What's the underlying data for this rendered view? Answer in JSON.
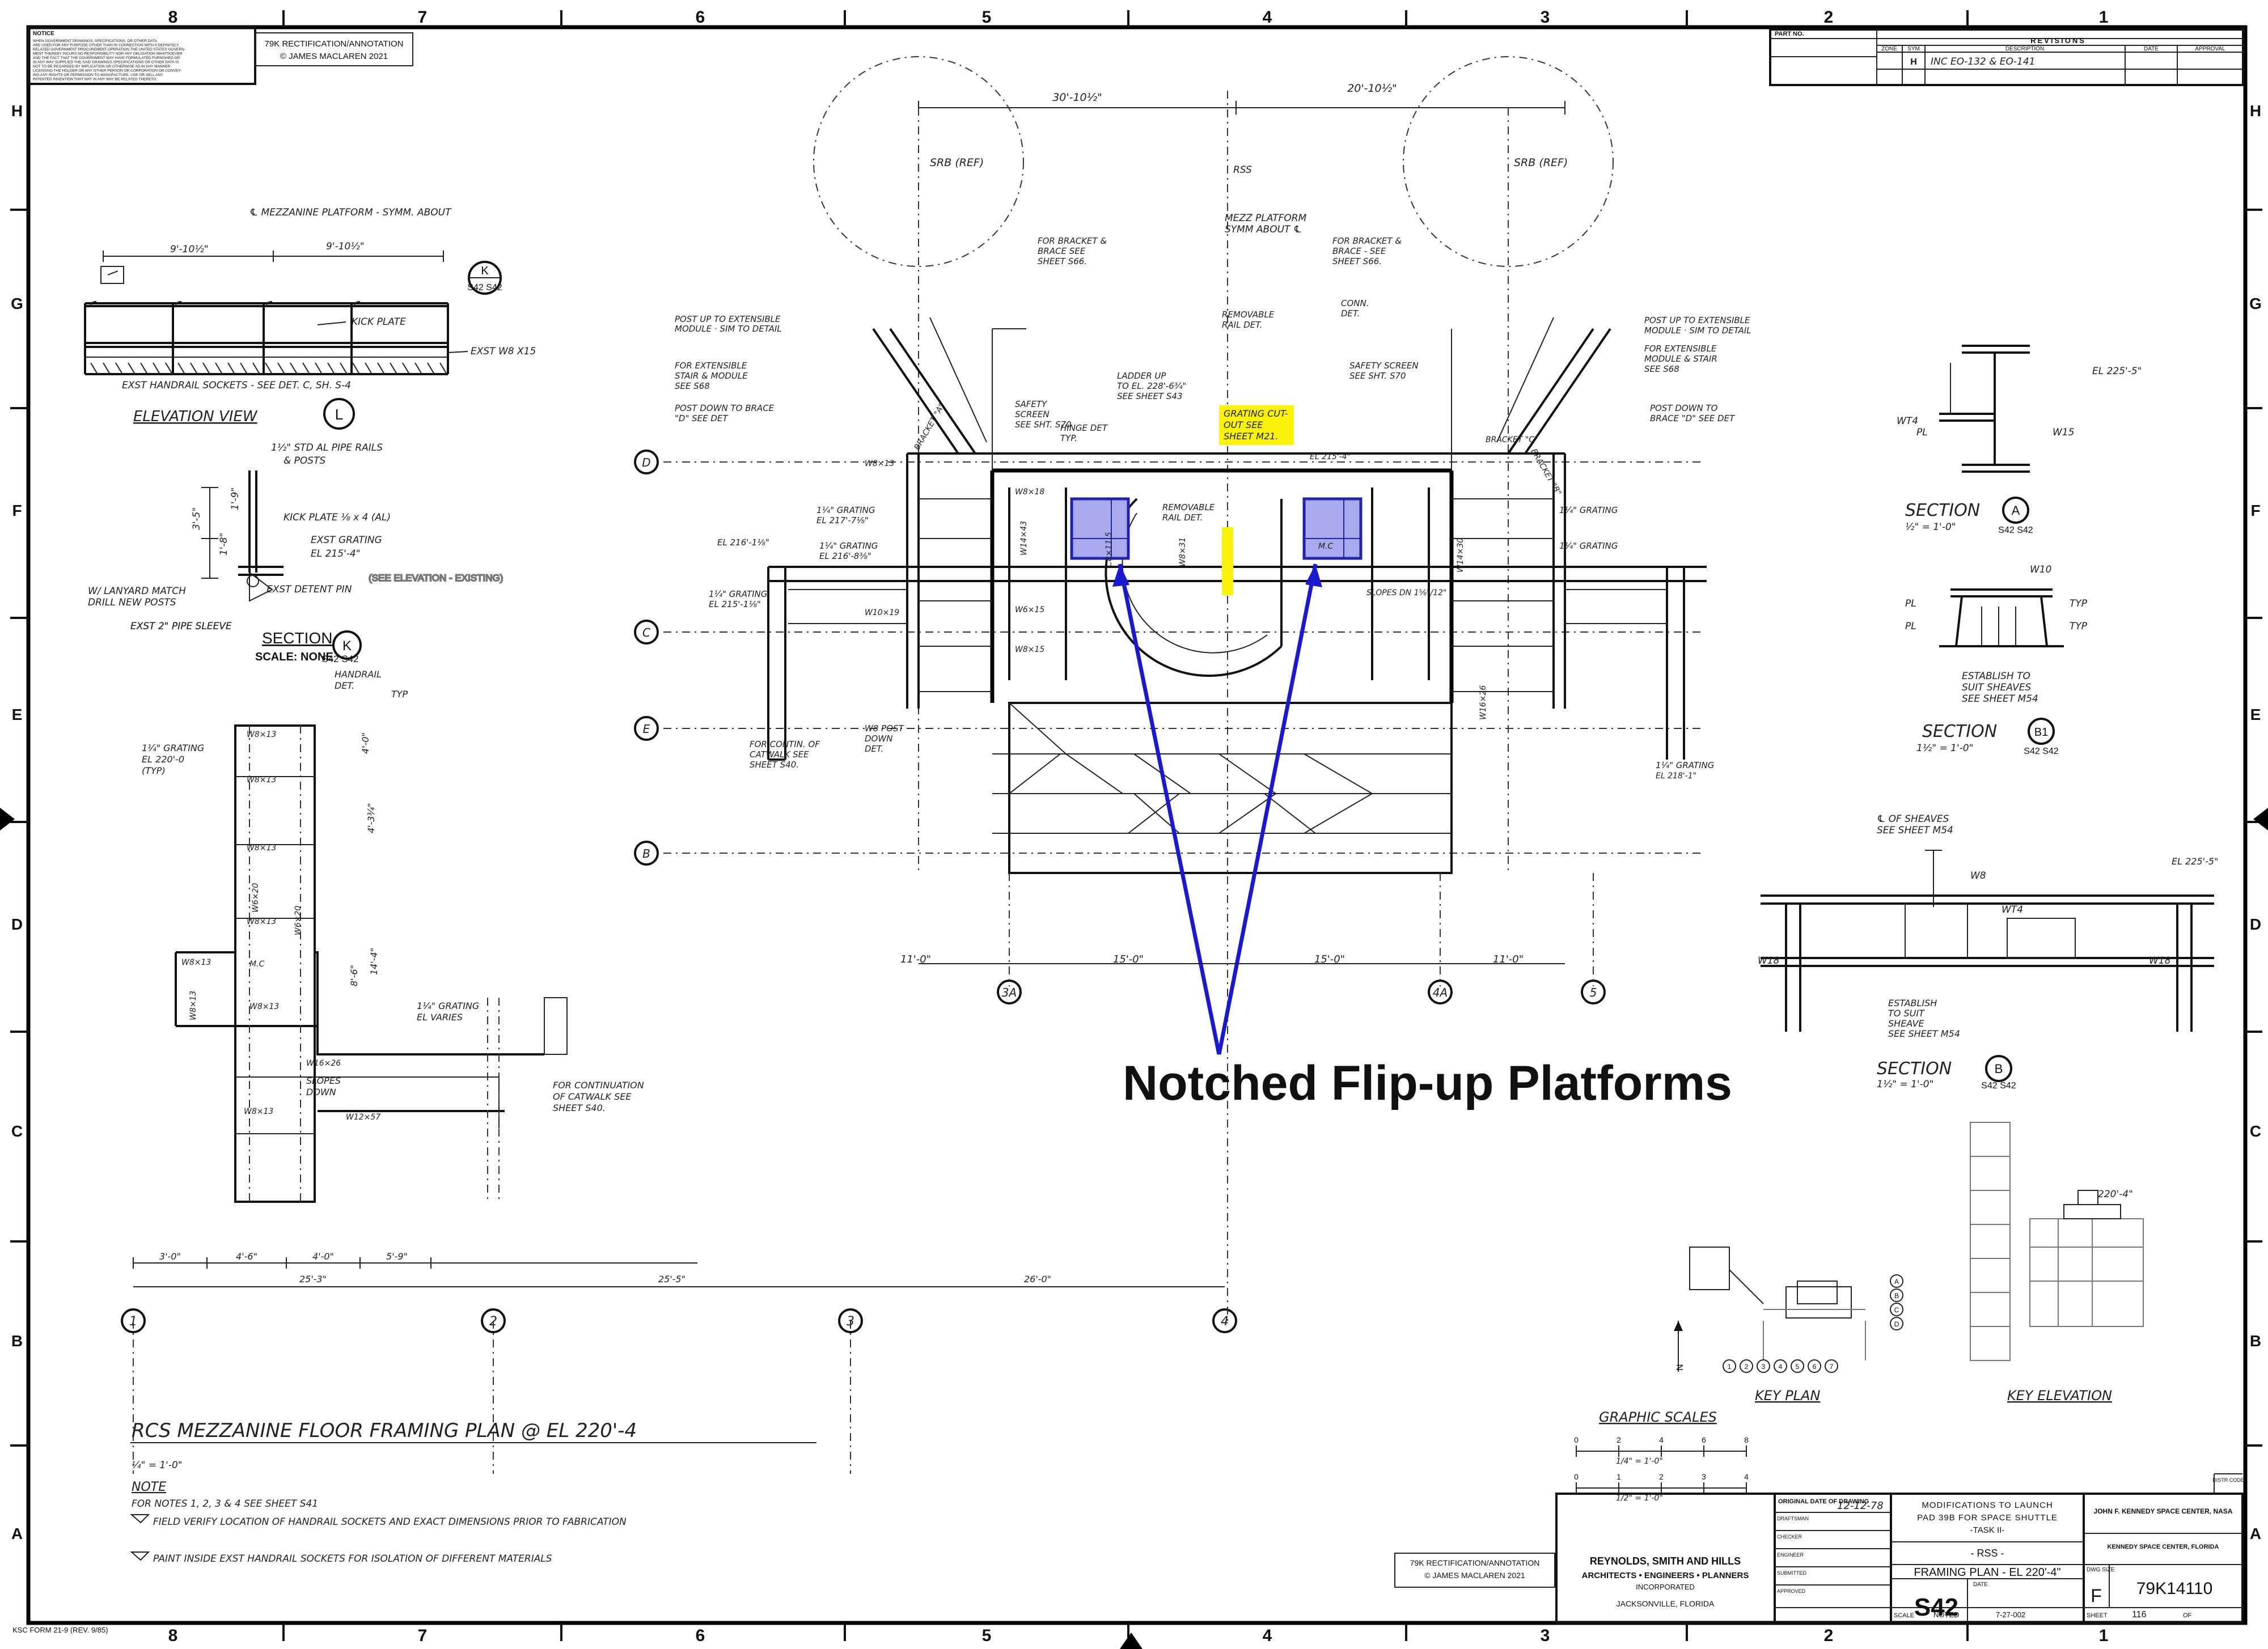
{
  "border": {
    "columns": [
      "8",
      "7",
      "6",
      "5",
      "4",
      "3",
      "2",
      "1"
    ],
    "rows": [
      "H",
      "G",
      "F",
      "E",
      "D",
      "C",
      "B",
      "A"
    ]
  },
  "notice": {
    "title": "NOTICE",
    "lines": [
      "WHEN GOVERNMENT DRAWINGS, SPECIFICATIONS, OR OTHER DATA",
      "ARE USED FOR ANY PURPOSE OTHER THAN IN CONNECTION WITH A DEFINITELY",
      "RELATED GOVERNMENT PROCUREMENT OPERATION THE UNITED STATES GOVERN-",
      "MENT THEREBY INCURS NO RESPONSIBILITY NOR ANY OBLIGATION WHATSOEVER",
      "AND THE FACT THAT THE GOVERNMENT MAY HAVE FORMULATED FURNISHED OR",
      "IN ANY WAY SUPPLIED THE SAID DRAWINGS SPECIFICATIONS OR OTHER DATA IS",
      "NOT TO BE REGARDED BY IMPLICATION OR OTHERWISE AS IN ANY MANNER",
      "LICENSING THE HOLDER OR ANY OTHER PERSON OR CORPORATION OR CONVEY-",
      "ING ANY RIGHTS OR PERMISSION TO MANUFACTURE, USE OR SELL ANY",
      "PATENTED INVENTION THAT MAY IN ANY WAY BE RELATED THERETO."
    ]
  },
  "rectification_top": [
    "79K RECTIFICATION/ANNOTATION",
    "© JAMES MACLAREN 2021"
  ],
  "rectification_bottom": [
    "79K RECTIFICATION/ANNOTATION",
    "© JAMES MACLAREN 2021"
  ],
  "revisions": {
    "part_no_label": "PART NO.",
    "heading": "REVISIONS",
    "cols": [
      "ZONE",
      "SYM",
      "DESCRIPTION",
      "DATE",
      "APPROVAL"
    ],
    "rows": [
      {
        "sym": "H",
        "desc": "INC EO-132 & EO-141"
      }
    ]
  },
  "annotation": {
    "label": "Notched Flip-up Platforms",
    "highlight": [
      "GRATING CUT-",
      "OUT SEE",
      "SHEET M21."
    ]
  },
  "plan": {
    "dims_top": [
      "30'-10½\"",
      "20'-10½\""
    ],
    "srb_left": "SRB (REF)",
    "srb_right": "SRB (REF)",
    "rss": "RSS",
    "mezz_note": [
      "MEZZ PLATFORM",
      "SYMM ABOUT ℄"
    ],
    "notes_left": [
      "POST UP TO EXTENSIBLE",
      "MODULE · SIM TO DETAIL",
      "FOR EXTENSIBLE",
      "STAIR & MODULE",
      "SEE S68",
      "POST DOWN TO BRACE",
      "\"D\" SEE DET"
    ],
    "notes_mid": [
      "FOR BRACKET &",
      "BRACE SEE",
      "SHEET S66.",
      "SAFETY",
      "SCREEN",
      "SEE SHT. S70",
      "LADDER UP",
      "TO EL. 228'-6¾\"",
      "SEE SHEET S43",
      "HINGE DET",
      "TYP.",
      "REMOVABLE",
      "RAIL DET."
    ],
    "notes_right": [
      "FOR BRACKET &",
      "BRACE - SEE",
      "SHEET S66.",
      "CONN.",
      "DET.",
      "REMOVABLE",
      "RAIL DET.",
      "SAFETY SCREEN",
      "SEE SHT. S70",
      "POST UP TO EXTENSIBLE",
      "MODULE · SIM TO DETAIL",
      "FOR EXTENSIBLE",
      "MODULE & STAIR",
      "SEE S68",
      "POST DOWN TO",
      "BRACE \"D\" SEE DET"
    ],
    "gratings": [
      "1¼\" GRATING",
      "EL 217'-7⅛\"",
      "1¼\" GRATING",
      "EL 216'-8⅜\"",
      "EL 216'-1⅛\"",
      "1¼\" GRATING",
      "EL 215'-1⅛\""
    ],
    "members": [
      "W8×18",
      "W8×13",
      "W10×19",
      "W6×15",
      "W8×15",
      "W14×43",
      "W14×30",
      "W8×31",
      "C8×11.5",
      "W16×26",
      "M.C",
      "BRACKET \"A\"",
      "BRACKET \"B\"",
      "BRACKET \"C\"",
      "SLOPES DN 1⅝\"/12\""
    ],
    "grid_bubbles": [
      "D",
      "C",
      "E",
      "B",
      "3A",
      "4A",
      "5"
    ],
    "grid_dims": [
      "11'-0\"",
      "15'-0\"",
      "15'-0\"",
      "11'-0\""
    ],
    "catwalk_note": [
      "FOR CONTIN. OF",
      "CATWALK SEE",
      "SHEET S40."
    ],
    "wb_post": [
      "W8 POST",
      "DOWN",
      "DET."
    ],
    "el_notes": [
      "EL 215'-4\"",
      "EL 218'-1\""
    ]
  },
  "elevation": {
    "header": "℄ MEZZANINE PLATFORM - SYMM. ABOUT",
    "dims": [
      "9'-10½\"",
      "9'-10½\""
    ],
    "labels": [
      "KICK PLATE",
      "EXST W8 X15",
      "EXST HANDRAIL SOCKETS - SEE DET. C, SH. S-4"
    ],
    "view_title": "ELEVATION VIEW",
    "view_ref": "L"
  },
  "section_k": {
    "notes": [
      "1½\" STD AL PIPE RAILS",
      "& POSTS",
      "KICK PLATE ⅛ x 4 (AL)",
      "EXST GRATING",
      "EL 215'-4\"",
      "EXST DETENT PIN",
      "W/ LANYARD MATCH",
      "DRILL NEW POSTS",
      "EXST 2\" PIPE SLEEVE"
    ],
    "dims": [
      "3'-5\"",
      "1'-8\"",
      "1'-9\""
    ],
    "title": "SECTION",
    "scale": "SCALE: NONE",
    "ref": "K",
    "sheets": "S42 S42"
  },
  "catwalk": {
    "notes": [
      "1¼\" GRATING",
      "EL 220'-0",
      "(TYP)",
      "HANDRAIL",
      "DET.",
      "TYP",
      "FOR CONTINUATION",
      "OF CATWALK SEE",
      "SHEET S40.",
      "SLOPES",
      "DOWN",
      "1¼\" GRATING",
      "EL VARIES"
    ],
    "members": [
      "W8×13",
      "W8×13",
      "W8×13",
      "W8×13",
      "W6×20",
      "W6×20",
      "W8×13",
      "M.C",
      "W8×13",
      "W8×13",
      "W16×26",
      "W12×57",
      "W8×13"
    ],
    "dims_bottom": [
      "3'-0\"",
      "4'-6\"",
      "4'-0\"",
      "5'-9\""
    ],
    "grid_dims": [
      "25'-3\"",
      "25'-5\"",
      "26'-0\""
    ],
    "grid": [
      "1",
      "2",
      "3",
      "4"
    ],
    "side_dims": [
      "4'-0\"",
      "4'-3¾\"",
      "8'-6\"",
      "14'-4\""
    ]
  },
  "right_sections": {
    "a": {
      "title": "SECTION",
      "ref": "A",
      "scale": "½\" = 1'-0\"",
      "sheets": "S42 S42",
      "labels": [
        "EL 225'-5\"",
        "WT4",
        "PL",
        "W15"
      ]
    },
    "b": {
      "title": "SECTION",
      "ref": "B1",
      "scale": "1½\" = 1'-0\"",
      "sheets": "S42 S42",
      "labels": [
        "W10",
        "PL",
        "PL",
        "TYP",
        "TYP",
        "ESTABLISH TO",
        "SUIT SHEAVES",
        "SEE SHEET M54"
      ]
    },
    "c": {
      "title": "SECTION",
      "ref": "B",
      "scale": "1½\" = 1'-0\"",
      "sheets": "S42 S42",
      "labels": [
        "℄ OF SHEAVES",
        "SEE SHEET M54",
        "W8",
        "WT4",
        "W18",
        "W18",
        "ESTABLISH",
        "TO SUIT",
        "SHEAVE",
        "SEE SHEET M54",
        "EL 225'-5\""
      ]
    }
  },
  "key": {
    "plan_title": "KEY PLAN",
    "elev_title": "KEY ELEVATION",
    "elev_level": "220'-4\"",
    "north": "N",
    "bubbles": [
      "1",
      "2",
      "3",
      "4",
      "5",
      "6",
      "7",
      "A",
      "B",
      "C",
      "D"
    ]
  },
  "graphic_scales": {
    "title": "GRAPHIC SCALES",
    "ticks1": [
      "0",
      "2",
      "4",
      "6",
      "8"
    ],
    "label1": "1/4\" = 1'-0\"",
    "ticks2": [
      "0",
      "1",
      "2",
      "3",
      "4"
    ],
    "label2": "1/2\" = 1'-0\""
  },
  "drawing_title": "RCS MEZZANINE FLOOR FRAMING PLAN @ EL 220'-4",
  "drawing_scale": "¼\" = 1'-0\"",
  "notes": {
    "heading": "NOTE",
    "line0": "FOR NOTES 1, 2, 3 & 4 SEE SHEET S41",
    "n1": "FIELD VERIFY LOCATION OF HANDRAIL SOCKETS AND EXACT DIMENSIONS PRIOR TO FABRICATION",
    "n2": "PAINT INSIDE EXST HANDRAIL SOCKETS FOR ISOLATION OF DIFFERENT MATERIALS"
  },
  "title_block": {
    "firm": [
      "REYNOLDS, SMITH AND HILLS",
      "ARCHITECTS • ENGINEERS • PLANNERS",
      "INCORPORATED",
      "JACKSONVILLE, FLORIDA"
    ],
    "orig_date_label": "ORIGINAL DATE OF DRAWING",
    "orig_date": "12-12-78",
    "roles": [
      "DRAFTSMAN",
      "CHECKER",
      "ENGINEER",
      "SUBMITTED",
      "APPROVED"
    ],
    "project": [
      "MODIFICATIONS TO LAUNCH",
      "PAD 39B FOR SPACE SHUTTLE",
      "-TASK II-"
    ],
    "rss": "- RSS -",
    "sheet_title": "FRAMING PLAN - EL 220'-4\"",
    "agency": [
      "JOHN F. KENNEDY SPACE CENTER, NASA",
      "KENNEDY SPACE CENTER, FLORIDA"
    ],
    "size_label": "DWG SIZE",
    "size": "F",
    "dwg_no": "79K14110",
    "sheet_no": "S42",
    "scale_label": "SCALE",
    "scale": "NOTED",
    "date_label": "DATE",
    "date": "7-27-002",
    "sheet_label": "SHEET",
    "sheet": "116",
    "of": "OF",
    "code_label": "DISTR CODE"
  },
  "form_no": "KSC FORM 21-9 (REV. 9/85)",
  "colors": {
    "annotation": "#1a1acc",
    "highlight": "#fbf20a",
    "platform_fill": "#a9a9ee"
  }
}
